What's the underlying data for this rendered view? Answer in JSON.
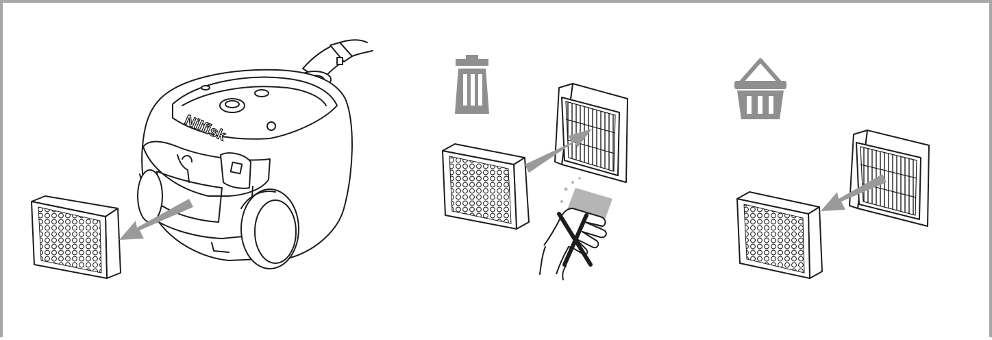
{
  "brand_label": "Nilfisk",
  "colors": {
    "frame": "#a7a7a7",
    "icon_gray": "#8f8f8f",
    "arrow_gray": "#9a9a9a",
    "line": "#1d1d1d"
  },
  "icons": [
    "trash-bin-icon",
    "shopping-basket-icon",
    "do-not-wash-icon"
  ],
  "steps": [
    {
      "name": "remove-filter-from-vacuum"
    },
    {
      "name": "discard-filter-do-not-clean"
    },
    {
      "name": "replace-with-new-filter"
    }
  ]
}
